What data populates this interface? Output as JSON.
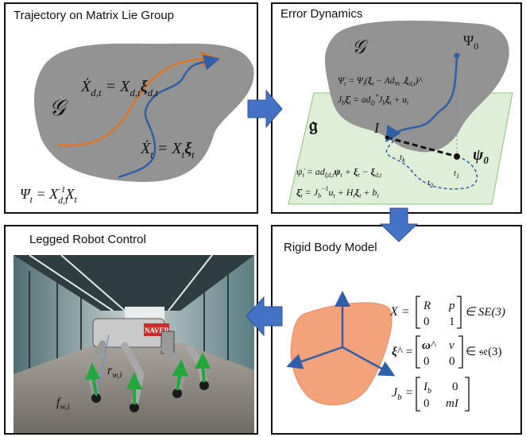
{
  "panels": {
    "trajectory": {
      "title": "Trajectory on Matrix Lie Group",
      "group_symbol": "𝒢",
      "eq_desired": "Ẋ_{d,t} = X_{d,t} ξ_{d,t}",
      "eq_actual": "Ẋ_t = X_t ξ_t",
      "eq_psi": "Ψ_t = X_{d,t}^{-1} X_t"
    },
    "error": {
      "title": "Error Dynamics",
      "group_symbol": "𝒢",
      "algebra_symbol": "𝔤",
      "psi0_group": "Ψ₀",
      "psi0_algebra": "ψ₀",
      "identity": "I",
      "time_labels": [
        "t_k",
        "t_2",
        "t_1"
      ],
      "eq_group_1": "Ψ̇_t = Ψ_t(ξ_t − Ad_{Ψ_t⁻¹} ξ_{d,t})^",
      "eq_group_2": "J_b ξ̇_t = ad*_{ξ_t} J_b ξ_t + u_t",
      "eq_alg_1": "ψ̇_t = ad_{ξ_{d,t}} ψ_t + ξ_t − ξ_{d,t}",
      "eq_alg_2": "ξ̇_t = J_b⁻¹ u_t + H_t ξ_t + b_t"
    },
    "robot": {
      "title": "Legged Robot Control",
      "brand": "NAVER",
      "label_r": "r_{w,i}",
      "label_f": "f_{w,i}"
    },
    "rigid": {
      "title": "Rigid Body Model",
      "eq_X": "X = [R p; 0 1] ∈ SE(3)",
      "eq_xi": "ξ^ = [ω^ v; 0 0] ∈ 𝔰𝔢(3)",
      "eq_J": "J_b = [I_b 0; 0 mI]"
    }
  },
  "colors": {
    "group_blob": "#939393",
    "algebra_plane": "#dfefd7",
    "desired_traj": "#e2731f",
    "actual_traj": "#2f5fa8",
    "flow_arrow": "#4472c4",
    "rigid_body": "#f4a27c",
    "force_arrow": "#22a83a"
  }
}
